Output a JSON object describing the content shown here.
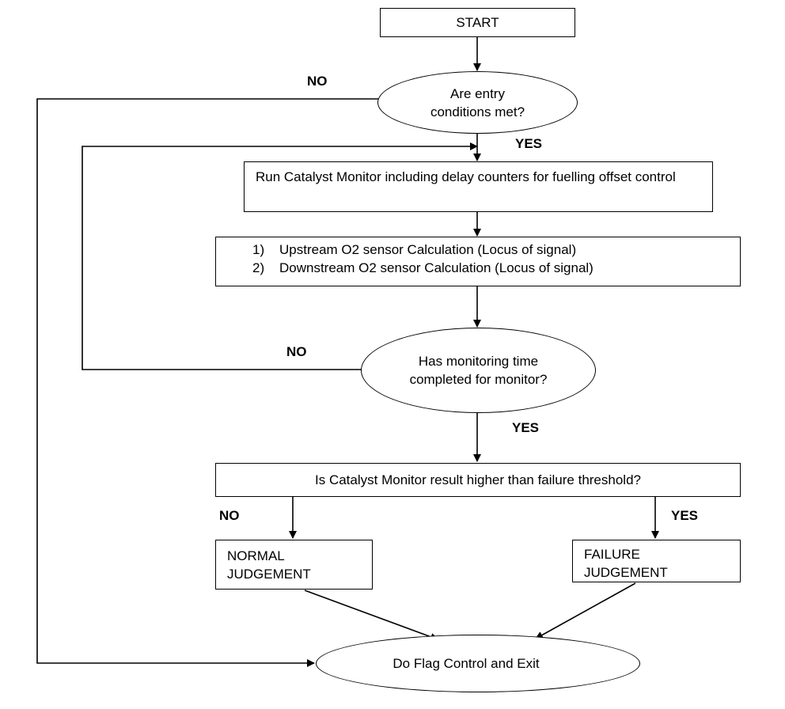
{
  "nodes": {
    "start": "START",
    "entry_decision": "Are entry conditions met?",
    "run_monitor": "Run Catalyst Monitor including delay counters for fuelling offset control",
    "calculations": [
      {
        "num": "1)",
        "text": "Upstream O2 sensor Calculation  (Locus of signal)"
      },
      {
        "num": "2)",
        "text": "Downstream O2 sensor Calculation (Locus of signal)"
      }
    ],
    "time_decision": "Has monitoring time completed for monitor?",
    "threshold_check": "Is Catalyst Monitor result higher than failure threshold?",
    "normal": "NORMAL JUDGEMENT",
    "failure": "FAILURE JUDGEMENT",
    "exit": "Do Flag Control and Exit"
  },
  "labels": {
    "entry_no": "NO",
    "entry_yes": "YES",
    "time_no": "NO",
    "time_yes": "YES",
    "threshold_no": "NO",
    "threshold_yes": "YES"
  }
}
